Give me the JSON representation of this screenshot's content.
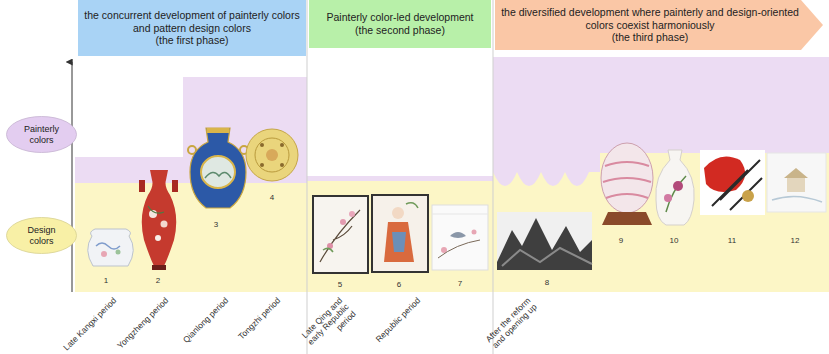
{
  "diagram": {
    "nodes": [
      {
        "text": [
          "the concurrent development of painterly colors and pattern design colors",
          "(the first phase)"
        ]
      },
      {
        "text": [
          "Painterly color-led development",
          "(the second phase)"
        ]
      },
      {
        "text": [
          "the diversified development where painterly and design-oriented colors coexist harmoniously",
          "(the third phase)"
        ]
      },
      {
        "text": [
          "Painterly colors"
        ]
      },
      {
        "text": [
          "Design colors"
        ]
      }
    ],
    "labels": [
      "1",
      "2",
      "3",
      "4",
      "5",
      "6",
      "7",
      "8",
      "9",
      "10",
      "11",
      "12",
      "Late Kangxi period",
      "Yongzheng period",
      "Qianlong period",
      "Tongzhi period",
      "Late Qing and early Republic period",
      "Republic period",
      "After the reform and opening up"
    ]
  }
}
